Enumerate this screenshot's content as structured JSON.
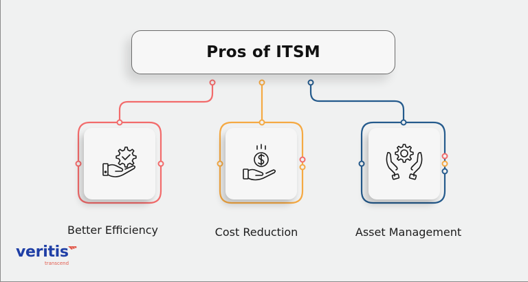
{
  "title": "Pros of ITSM",
  "colors": {
    "background": "#f0f1f1",
    "efficiency": "#f26b6b",
    "cost": "#f5a943",
    "asset": "#245a8c",
    "logo_blue": "#1f3fa6",
    "logo_accent": "#e25a4c"
  },
  "items": [
    {
      "label": "Better Efficiency",
      "icon": "hand-gear-check-icon",
      "color": "#f26b6b"
    },
    {
      "label": "Cost Reduction",
      "icon": "hand-dollar-coin-icon",
      "color": "#f5a943"
    },
    {
      "label": "Asset Management",
      "icon": "hands-gear-icon",
      "color": "#245a8c"
    }
  ],
  "logo": {
    "name": "veritis",
    "tagline": "transcend"
  }
}
